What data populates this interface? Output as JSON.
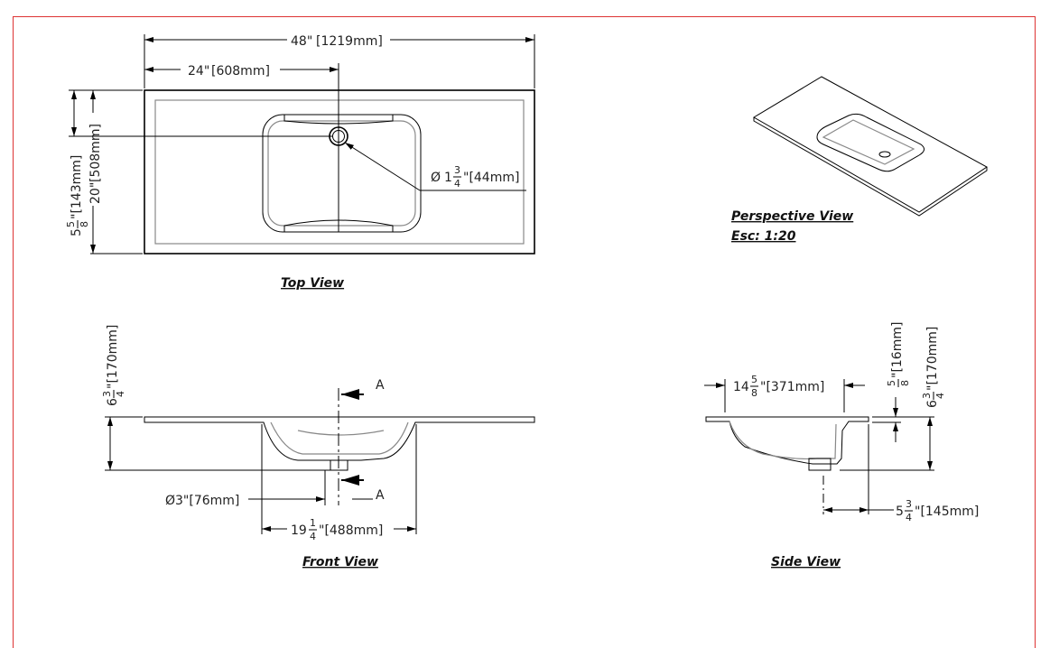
{
  "views": {
    "top": "Top View",
    "front": "Front View",
    "side": "Side View",
    "perspective": "Perspective View",
    "scale": "Esc: 1:20"
  },
  "dims": {
    "overall_width": {
      "in": "48\"",
      "mm": "[1219mm]"
    },
    "drain_center_x": {
      "in": "24\"",
      "mm": "[608mm]"
    },
    "depth": {
      "in": "20\"",
      "mm": "[508mm]"
    },
    "drain_center_y": {
      "whole": "5",
      "num": "5",
      "den": "8",
      "mm": "\"[143mm]"
    },
    "drain_hole": {
      "symbol": "Ø",
      "whole": "1",
      "num": "3",
      "den": "4",
      "mm": "\"[44mm]"
    },
    "front_height": {
      "whole": "6",
      "num": "3",
      "den": "4",
      "mm": "\"[170mm]"
    },
    "front_drain": {
      "text": "Ø3\"[76mm]"
    },
    "bowl_width": {
      "whole": "19",
      "num": "1",
      "den": "4",
      "mm": "\"[488mm]"
    },
    "side_bowl": {
      "whole": "14",
      "num": "5",
      "den": "8",
      "mm": "\"[371mm]"
    },
    "lip": {
      "num": "5",
      "den": "8",
      "mm": "\"[16mm]"
    },
    "side_height": {
      "whole": "6",
      "num": "3",
      "den": "4",
      "mm": "\"[170mm]"
    },
    "side_offset": {
      "whole": "5",
      "num": "3",
      "den": "4",
      "mm": "\"[145mm]"
    },
    "section": "A"
  }
}
